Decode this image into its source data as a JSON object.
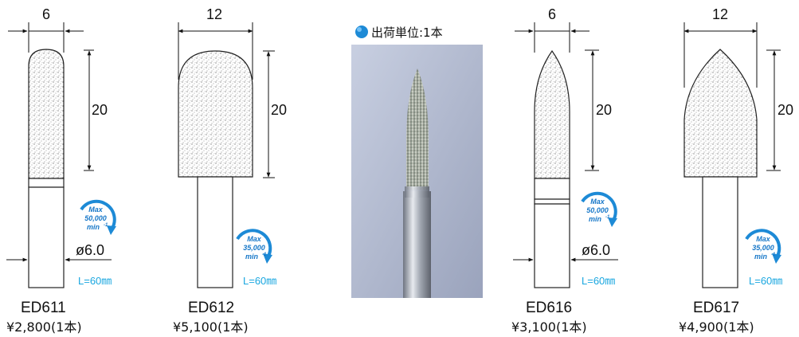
{
  "shipping_unit": "出荷単位:1本",
  "rpm_unit": "min",
  "rpm_exp": "-1",
  "rpm_max": "Max",
  "products": [
    {
      "code": "ED611",
      "price": "¥2,800(1本)",
      "width": "6",
      "length": "20",
      "shank": "ø6.0",
      "total_length": "L=60㎜",
      "rpm": "50,000"
    },
    {
      "code": "ED612",
      "price": "¥5,100(1本)",
      "width": "12",
      "length": "20",
      "total_length": "L=60㎜",
      "rpm": "35,000"
    },
    {
      "code": "ED616",
      "price": "¥3,100(1本)",
      "width": "6",
      "length": "20",
      "shank": "ø6.0",
      "total_length": "L=60㎜",
      "rpm": "50,000"
    },
    {
      "code": "ED617",
      "price": "¥4,900(1本)",
      "width": "12",
      "length": "20",
      "total_length": "L=60㎜",
      "rpm": "35,000"
    }
  ]
}
